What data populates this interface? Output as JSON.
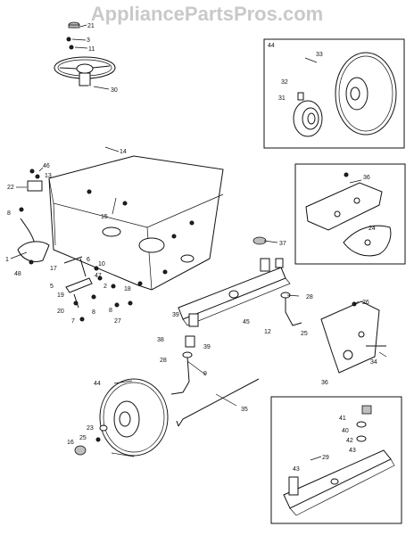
{
  "watermark": "AppliancePartsPros.com",
  "callouts": {
    "main": [
      "21",
      "3",
      "11",
      "30",
      "14",
      "46",
      "13",
      "22",
      "8",
      "15",
      "37",
      "1",
      "48",
      "17",
      "6",
      "10",
      "47",
      "2",
      "5",
      "19",
      "20",
      "7",
      "8b",
      "8c",
      "27",
      "18",
      "39",
      "45",
      "28",
      "12",
      "38",
      "39b",
      "26",
      "25",
      "28b",
      "9",
      "44",
      "34",
      "36",
      "35",
      "23",
      "25b",
      "16"
    ],
    "inset_wheel": [
      "44",
      "33",
      "32",
      "31"
    ],
    "inset_plate": [
      "36",
      "24"
    ],
    "inset_axle": [
      "41",
      "40",
      "42",
      "43",
      "43b",
      "29"
    ]
  },
  "labels": {
    "21": "21",
    "3": "3",
    "11": "11",
    "30": "30",
    "14": "14",
    "46": "46",
    "13": "13",
    "22": "22",
    "8": "8",
    "15": "15",
    "37": "37",
    "1": "1",
    "48": "48",
    "17": "17",
    "6": "6",
    "10": "10",
    "47": "47",
    "2": "2",
    "5": "5",
    "19": "19",
    "20": "20",
    "7": "7",
    "8b": "8",
    "8c": "8",
    "27": "27",
    "18": "18",
    "39": "39",
    "45": "45",
    "28": "28",
    "12": "12",
    "38": "38",
    "39b": "39",
    "26": "26",
    "25": "25",
    "28b": "28",
    "9": "9",
    "44": "44",
    "34": "34",
    "36": "36",
    "35": "35",
    "23": "23",
    "25b": "25",
    "16": "16",
    "i44": "44",
    "i33": "33",
    "i32": "32",
    "i31": "31",
    "i36": "36",
    "i24": "24",
    "i41": "41",
    "i40": "40",
    "i42": "42",
    "i43": "43",
    "i43b": "43",
    "i29": "29"
  }
}
